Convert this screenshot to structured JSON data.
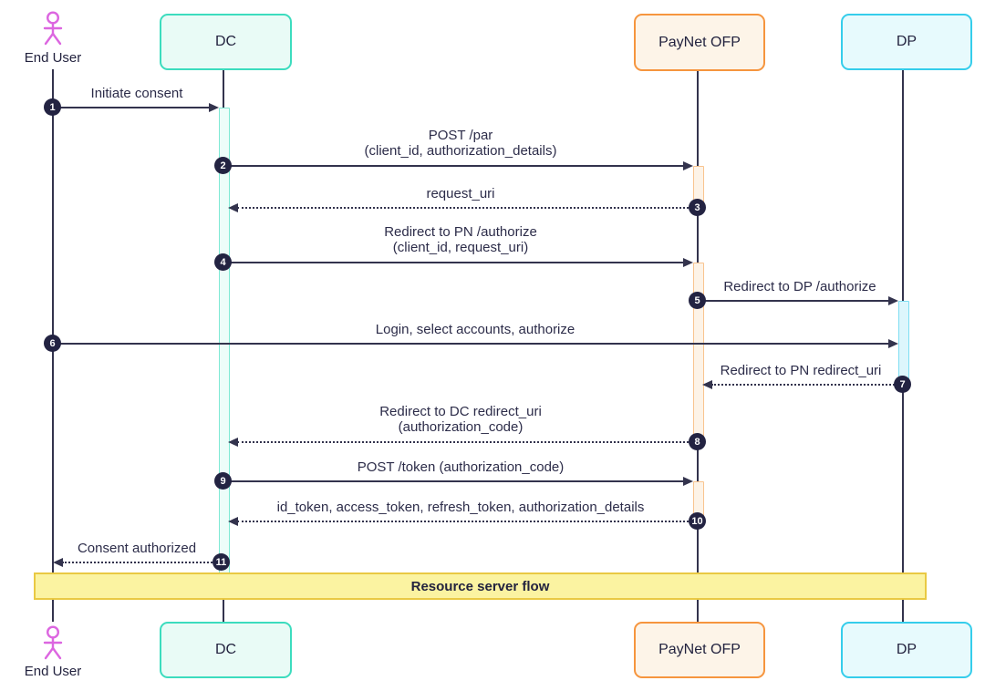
{
  "diagram_type": "sequence-diagram",
  "participants": [
    {
      "id": "enduser",
      "label": "End User",
      "kind": "actor"
    },
    {
      "id": "dc",
      "label": "DC",
      "kind": "participant"
    },
    {
      "id": "ofp",
      "label": "PayNet OFP",
      "kind": "participant"
    },
    {
      "id": "dp",
      "label": "DP",
      "kind": "participant"
    }
  ],
  "messages": [
    {
      "n": "1",
      "from": "End User",
      "to": "DC",
      "style": "solid",
      "text": "Initiate consent"
    },
    {
      "n": "2",
      "from": "DC",
      "to": "PayNet OFP",
      "style": "solid",
      "text": "POST /par\n(client_id, authorization_details)"
    },
    {
      "n": "3",
      "from": "PayNet OFP",
      "to": "DC",
      "style": "dotted",
      "text": "request_uri"
    },
    {
      "n": "4",
      "from": "DC",
      "to": "PayNet OFP",
      "style": "solid",
      "text": "Redirect to PN /authorize\n(client_id, request_uri)"
    },
    {
      "n": "5",
      "from": "PayNet OFP",
      "to": "DP",
      "style": "solid",
      "text": "Redirect to DP /authorize"
    },
    {
      "n": "6",
      "from": "End User",
      "to": "DP",
      "style": "solid",
      "text": "Login, select accounts, authorize"
    },
    {
      "n": "7",
      "from": "DP",
      "to": "PayNet OFP",
      "style": "dotted",
      "text": "Redirect to PN redirect_uri"
    },
    {
      "n": "8",
      "from": "PayNet OFP",
      "to": "DC",
      "style": "dotted",
      "text": "Redirect to DC redirect_uri\n(authorization_code)"
    },
    {
      "n": "9",
      "from": "DC",
      "to": "PayNet OFP",
      "style": "solid",
      "text": "POST /token (authorization_code)"
    },
    {
      "n": "10",
      "from": "PayNet OFP",
      "to": "DC",
      "style": "dotted",
      "text": "id_token, access_token, refresh_token, authorization_details"
    },
    {
      "n": "11",
      "from": "DC",
      "to": "End User",
      "style": "dotted",
      "text": "Consent authorized"
    }
  ],
  "band": {
    "label": "Resource server flow"
  },
  "colors": {
    "ink": "#33334d",
    "badge": "#232342",
    "actor": "#dc66e0",
    "dc_border": "#3cdcbe",
    "dc_fill": "#e9fbf6",
    "ofp_border": "#f6953e",
    "ofp_fill": "#fdf4e8",
    "dp_border": "#35cdeb",
    "dp_fill": "#e7fafd",
    "band_fill": "#fbf3a1",
    "band_border": "#e9c943"
  }
}
